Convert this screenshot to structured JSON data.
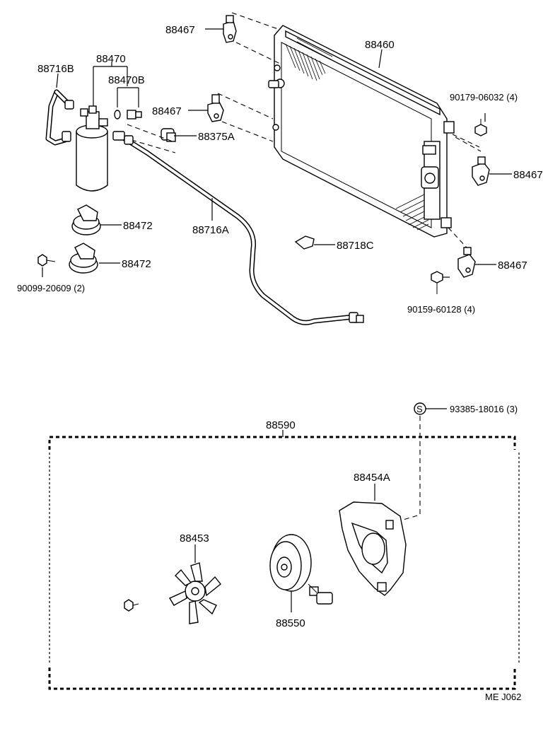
{
  "labels": {
    "p88467_a": "88467",
    "p88467_b": "88467",
    "p88467_c": "88467",
    "p88467_d": "88467",
    "p88460": "88460",
    "p88716b": "88716B",
    "p88470": "88470",
    "p88470b": "88470B",
    "p88375a": "88375A",
    "p90179": "90179-06032 (4)",
    "p88472_a": "88472",
    "p88472_b": "88472",
    "p88716a": "88716A",
    "p88718c": "88718C",
    "p90099": "90099-20609 (2)",
    "p90159": "90159-60128 (4)",
    "p93385": "93385-18016 (3)",
    "s_marker": "S",
    "p88590": "88590",
    "p88454a": "88454A",
    "p88453": "88453",
    "p88550": "88550",
    "footer_code": "ME  J062"
  },
  "icons": {
    "condenser": "condenser-icon",
    "receiver": "receiver-dryer-icon",
    "fan": "fan-icon",
    "motor": "fan-motor-icon",
    "shroud": "fan-shroud-icon"
  }
}
